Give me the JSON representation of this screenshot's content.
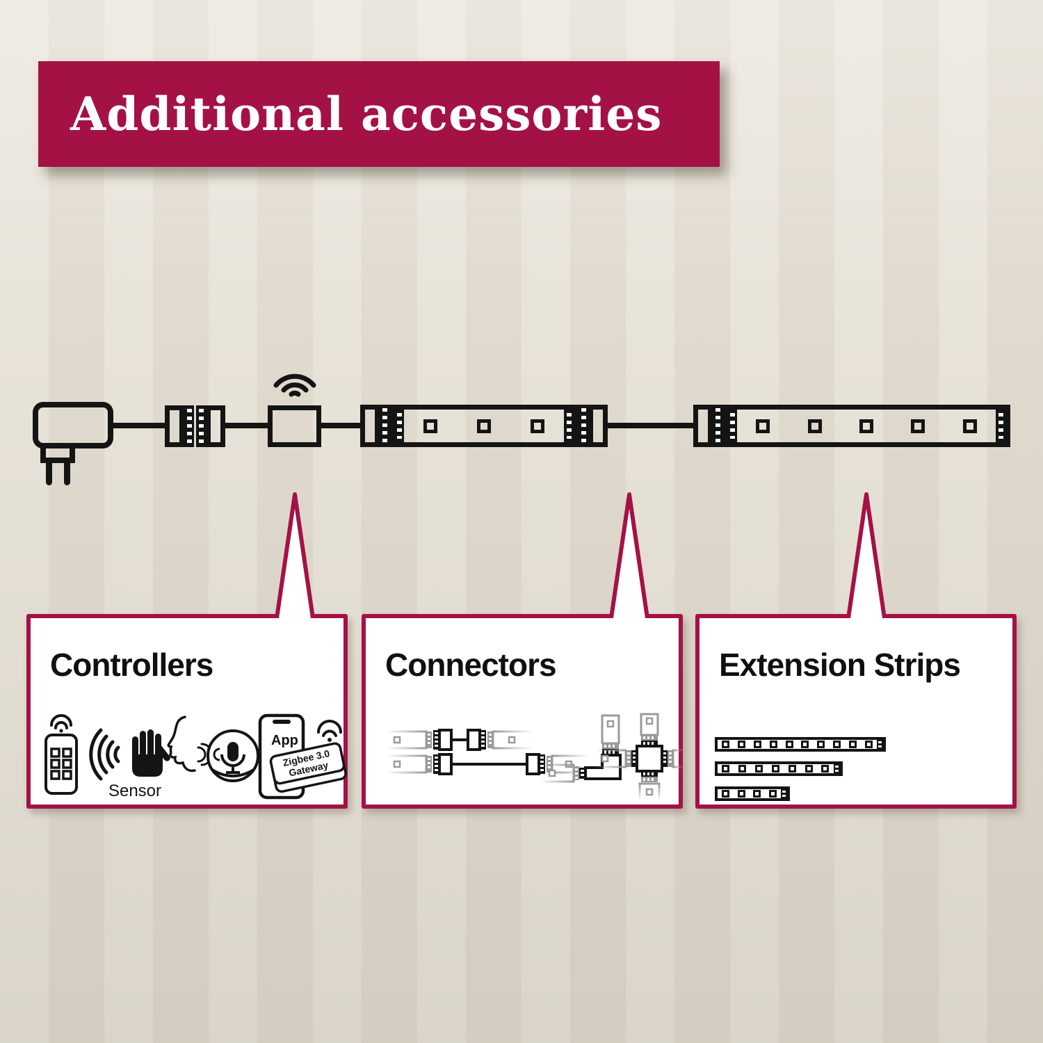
{
  "banner": {
    "title": "Additional accessories"
  },
  "colors": {
    "accent": "#a41245",
    "ink": "#141414",
    "background": "#e7e1d6",
    "panel": "#ffffff",
    "strip_gray": "#9a9a9a"
  },
  "diagram": {
    "items": [
      "power-plug",
      "plug-connector",
      "wifi-controller",
      "led-strip",
      "extension-cable",
      "led-strip"
    ],
    "strip_led_counts": [
      3,
      5
    ]
  },
  "callouts": {
    "controllers": {
      "title": "Controllers",
      "icons": [
        "remote-control-icon",
        "motion-sensor-icon",
        "voice-assistant-icon",
        "app-gateway-icon"
      ],
      "sensor_label": "Sensor",
      "app_label": "App",
      "gateway_label_line1": "Zigbee 3.0",
      "gateway_label_line2": "Gateway"
    },
    "connectors": {
      "title": "Connectors",
      "icons": [
        "straight-connector-short-icon",
        "straight-connector-long-icon",
        "corner-connector-icon",
        "cross-connector-icon"
      ]
    },
    "extension_strips": {
      "title": "Extension Strips",
      "strip_led_counts": [
        10,
        7,
        4
      ]
    }
  }
}
